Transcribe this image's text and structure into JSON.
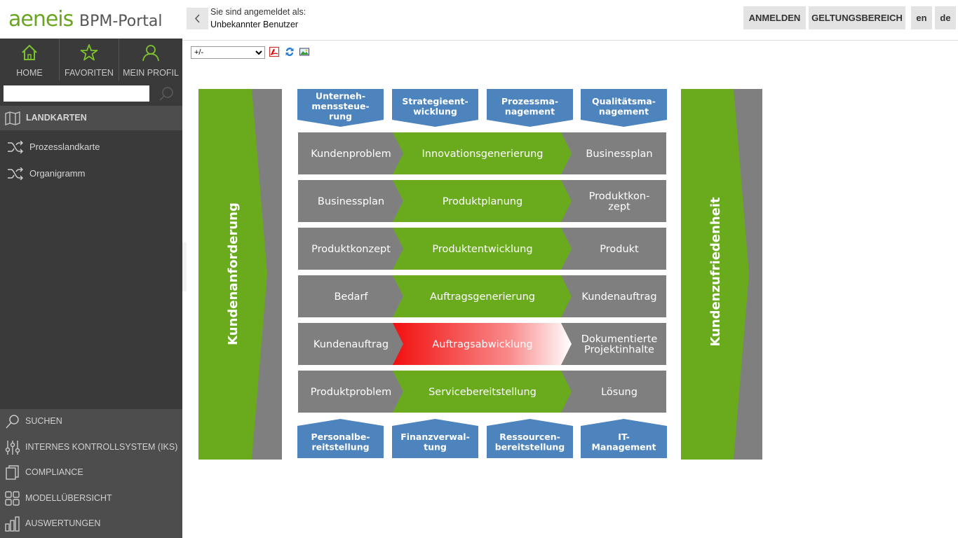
{
  "brand": {
    "logo": "aeneis",
    "portal": "BPM-Portal"
  },
  "quicknav": [
    {
      "label": "HOME",
      "icon": "home-icon"
    },
    {
      "label": "FAVORITEN",
      "icon": "star-icon"
    },
    {
      "label": "MEIN PROFIL",
      "icon": "user-icon"
    }
  ],
  "search": {
    "placeholder": ""
  },
  "sidebar": {
    "section_title": "LANDKARTEN",
    "items": [
      {
        "label": "Prozesslandkarte",
        "icon": "shuffle-icon"
      },
      {
        "label": "Organigramm",
        "icon": "shuffle-icon"
      }
    ],
    "bottom": [
      {
        "label": "SUCHEN",
        "icon": "search-icon"
      },
      {
        "label": "INTERNES KONTROLLSYSTEM (IKS)",
        "icon": "sliders-icon"
      },
      {
        "label": "COMPLIANCE",
        "icon": "documents-icon"
      },
      {
        "label": "MODELLÜBERSICHT",
        "icon": "grid-icon"
      },
      {
        "label": "AUSWERTUNGEN",
        "icon": "bar-chart-icon"
      }
    ]
  },
  "header": {
    "login_line1": "Sie sind angemeldet als:",
    "login_line2": "Unbekannter Benutzer",
    "buttons": {
      "login": "ANMELDEN",
      "scope": "GELTUNGSBEREICH",
      "lang_en": "en",
      "lang_de": "de"
    }
  },
  "toolbar": {
    "select_value": "+/-"
  },
  "diagram": {
    "left_band": "Kundenanforderung",
    "right_band": "Kundenzufriedenheit",
    "management": [
      [
        "Unterneh-",
        "menssteue-",
        "rung"
      ],
      [
        "Strategieent-",
        "wicklung"
      ],
      [
        "Prozessma-",
        "nagement"
      ],
      [
        "Qualitätsma-",
        "nagement"
      ]
    ],
    "support": [
      [
        "Personalbe-",
        "reitstellung"
      ],
      [
        "Finanzverwal-",
        "tung"
      ],
      [
        "Ressourcen-",
        "bereitstellung"
      ],
      [
        "IT-",
        "Management"
      ]
    ],
    "rows": [
      {
        "input": [
          "Kundenproblem"
        ],
        "process": "Innovationsgenerierung",
        "output": [
          "Businessplan"
        ],
        "highlight": false
      },
      {
        "input": [
          "Businessplan"
        ],
        "process": "Produktplanung",
        "output": [
          "Produktkon-",
          "zept"
        ],
        "highlight": false
      },
      {
        "input": [
          "Produktkonzept"
        ],
        "process": "Produktentwicklung",
        "output": [
          "Produkt"
        ],
        "highlight": false
      },
      {
        "input": [
          "Bedarf"
        ],
        "process": "Auftragsgenerierung",
        "output": [
          "Kundenauftrag"
        ],
        "highlight": false
      },
      {
        "input": [
          "Kundenauftrag"
        ],
        "process": "Auftragsabwicklung",
        "output": [
          "Dokumentierte",
          "Projektinhalte"
        ],
        "highlight": true
      },
      {
        "input": [
          "Produktproblem"
        ],
        "process": "Servicebereitstellung",
        "output": [
          "Lösung"
        ],
        "highlight": false
      }
    ],
    "colors": {
      "green": "#6aab1e",
      "gray": "#7f7f7f",
      "blue": "#4e84be",
      "red": "#f20f0f"
    }
  }
}
